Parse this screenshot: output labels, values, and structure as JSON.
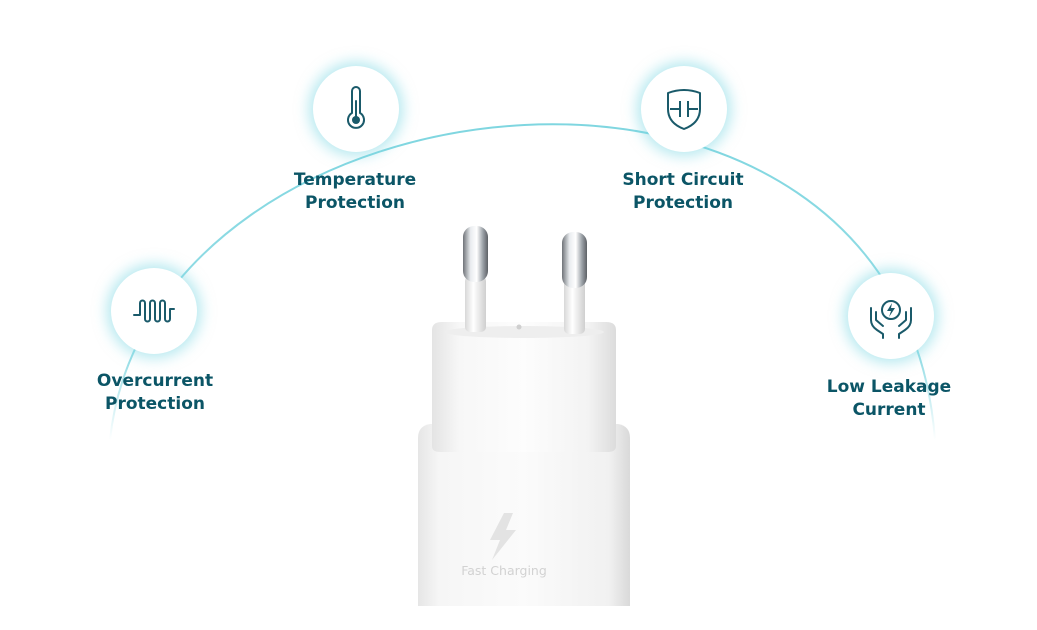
{
  "features": [
    {
      "id": "overcurrent",
      "icon": "wave-coil-icon",
      "line1": "Overcurrent",
      "line2": "Protection"
    },
    {
      "id": "temperature",
      "icon": "thermometer-icon",
      "line1": "Temperature",
      "line2": "Protection"
    },
    {
      "id": "short-circuit",
      "icon": "shield-capacitor-icon",
      "line1": "Short Circuit",
      "line2": "Protection"
    },
    {
      "id": "low-leakage",
      "icon": "hands-bolt-icon",
      "line1": "Low Leakage",
      "line2": "Current"
    }
  ],
  "charger": {
    "text": "Fast Charging",
    "icon": "lightning-bolt-icon"
  },
  "colors": {
    "label": "#0b5566",
    "arc": "#7fd6e0",
    "icon": "#1a5a6a"
  }
}
